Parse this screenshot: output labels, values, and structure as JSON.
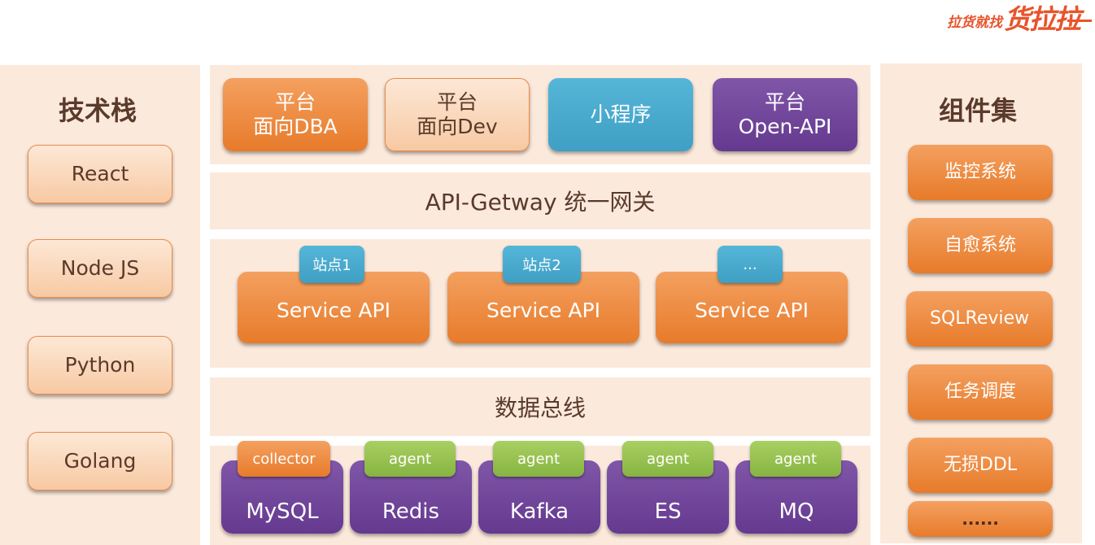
{
  "logo": {
    "slogan": "拉货就找",
    "brand": "货拉拉"
  },
  "left": {
    "title": "技术栈",
    "items": [
      "React",
      "Node JS",
      "Python",
      "Golang"
    ]
  },
  "platform": [
    {
      "line1": "平台",
      "line2": "面向DBA"
    },
    {
      "line1": "平台",
      "line2": "面向Dev"
    },
    {
      "line1": "小程序",
      "line2": ""
    },
    {
      "line1": "平台",
      "line2": "Open-API"
    }
  ],
  "gateway": {
    "title": "API-Getway 统一网关"
  },
  "services": [
    {
      "tag": "站点1",
      "label": "Service API"
    },
    {
      "tag": "站点2",
      "label": "Service API"
    },
    {
      "tag": "...",
      "label": "Service API"
    }
  ],
  "bus": {
    "title": "数据总线"
  },
  "datastores": [
    {
      "tag": "collector",
      "label": "MySQL"
    },
    {
      "tag": "agent",
      "label": "Redis"
    },
    {
      "tag": "agent",
      "label": "Kafka"
    },
    {
      "tag": "agent",
      "label": "ES"
    },
    {
      "tag": "agent",
      "label": "MQ"
    }
  ],
  "right": {
    "title": "组件集",
    "items": [
      "监控系统",
      "自愈系统",
      "SQLReview",
      "任务调度",
      "无损DDL",
      "......"
    ]
  }
}
